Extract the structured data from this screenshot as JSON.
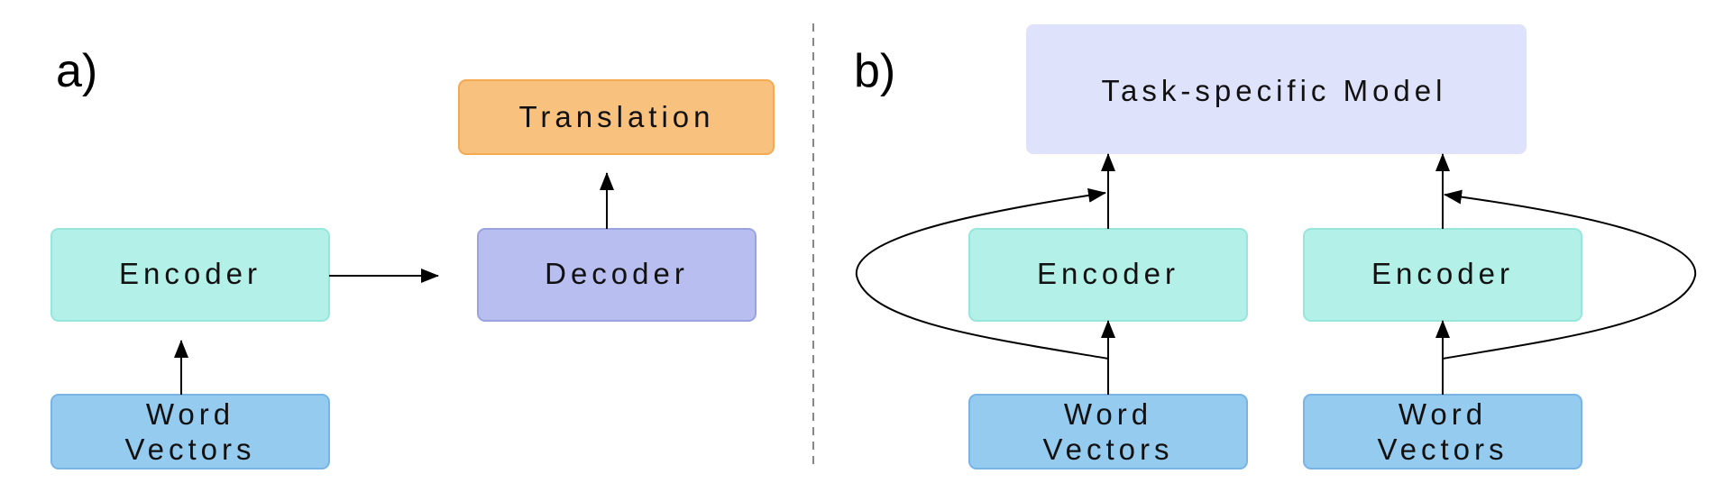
{
  "panels": {
    "a": {
      "label": "a)",
      "encoder": "Encoder",
      "decoder": "Decoder",
      "translation": "Translation",
      "word_vectors": [
        "Word",
        "Vectors"
      ]
    },
    "b": {
      "label": "b)",
      "task_model": "Task-specific Model",
      "left": {
        "encoder": "Encoder",
        "word_vectors": [
          "Word",
          "Vectors"
        ]
      },
      "right": {
        "encoder": "Encoder",
        "word_vectors": [
          "Word",
          "Vectors"
        ]
      }
    }
  },
  "colors": {
    "encoder_fill": "#b3f0e8",
    "encoder_stroke": "#96e6dc",
    "word_vectors_fill": "#96cbf0",
    "word_vectors_stroke": "#78b4e6",
    "decoder_fill": "#b8bff0",
    "decoder_stroke": "#9aa3e0",
    "translation_fill": "#f9c17e",
    "translation_stroke": "#f5a950",
    "task_model_fill": "#dfe2fb",
    "divider": "#888888"
  }
}
